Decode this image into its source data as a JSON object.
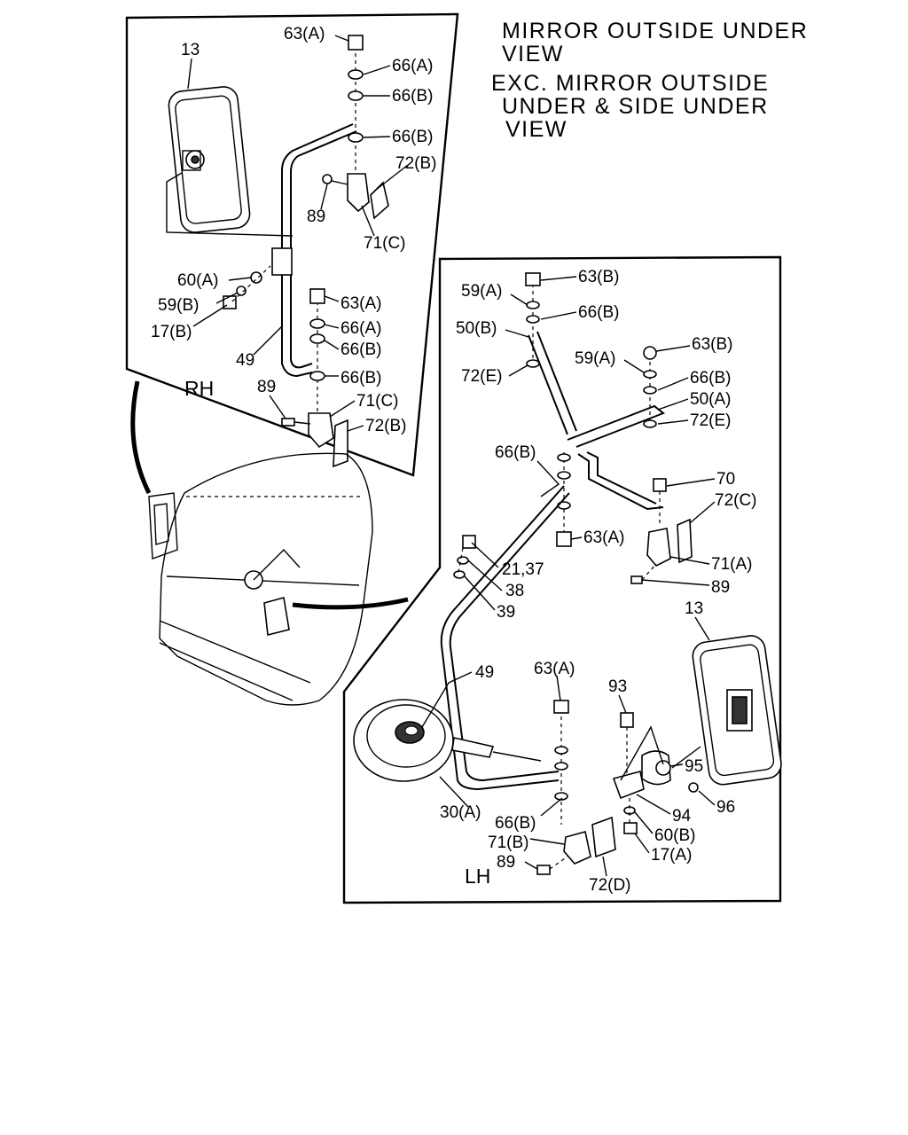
{
  "header": {
    "line1": "MIRROR OUTSIDE UNDER",
    "line2": "VIEW",
    "line3": "EXC. MIRROR OUTSIDE",
    "line4": "UNDER & SIDE UNDER",
    "line5": "VIEW"
  },
  "sides": {
    "rh": "RH",
    "lh": "LH"
  },
  "rh_labels": [
    "13",
    "63(A)",
    "66(A)",
    "66(B)",
    "66(B)",
    "72(B)",
    "89",
    "71(C)",
    "60(A)",
    "59(B)",
    "17(B)",
    "49",
    "63(A)",
    "66(A)",
    "66(B)",
    "66(B)",
    "89",
    "71(C)",
    "72(B)"
  ],
  "lh_labels": [
    "63(B)",
    "59(A)",
    "66(B)",
    "50(B)",
    "72(E)",
    "63(B)",
    "59(A)",
    "66(B)",
    "50(A)",
    "72(E)",
    "66(B)",
    "70",
    "72(C)",
    "63(A)",
    "21,37",
    "38",
    "39",
    "71(A)",
    "89",
    "13",
    "49",
    "63(A)",
    "93",
    "95",
    "96",
    "94",
    "30(A)",
    "66(B)",
    "60(B)",
    "71(B)",
    "17(A)",
    "89",
    "72(D)"
  ]
}
